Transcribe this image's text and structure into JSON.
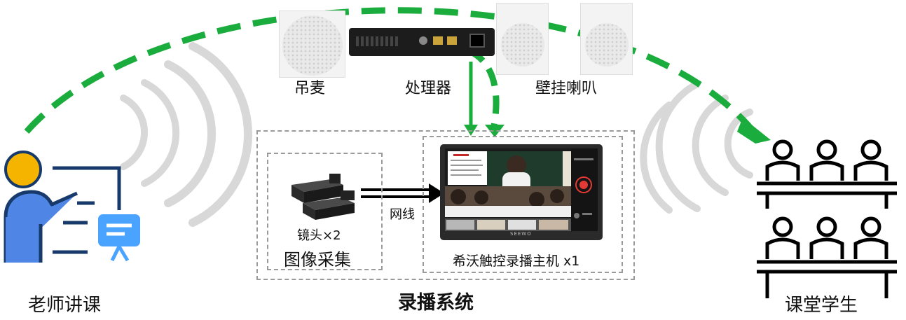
{
  "labels": {
    "teacher": "老师讲课",
    "students": "课堂学生",
    "mic": "吊麦",
    "processor": "处理器",
    "speakers": "壁挂喇叭",
    "lens": "镜头×2",
    "image_capture": "图像采集",
    "network_cable": "网线",
    "host": "希沃触控录播主机 x1",
    "system": "录播系统"
  },
  "screen": {
    "brand": "SEEWO"
  },
  "colors": {
    "arrow_green": "#1aac3c",
    "teacher_head": "#f4b400",
    "teacher_body": "#4f86e6",
    "record_red": "#e53935"
  }
}
